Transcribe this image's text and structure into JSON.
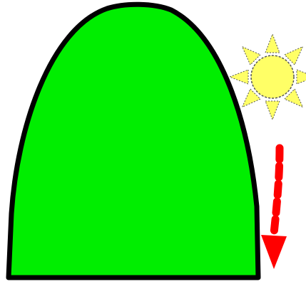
{
  "scene": {
    "background_color": "#ffffff",
    "hill": {
      "shape": "dome",
      "fill_color": "#00ee00",
      "stroke_color": "#000000"
    },
    "sun": {
      "icon": "sun-icon",
      "fill_color": "#ffff66",
      "ray_color": "#ffff66",
      "stroke_color": "#555555"
    },
    "arrow": {
      "icon": "arrow-down-icon",
      "style": "dashed",
      "direction": "down",
      "color": "#ff0000"
    }
  }
}
